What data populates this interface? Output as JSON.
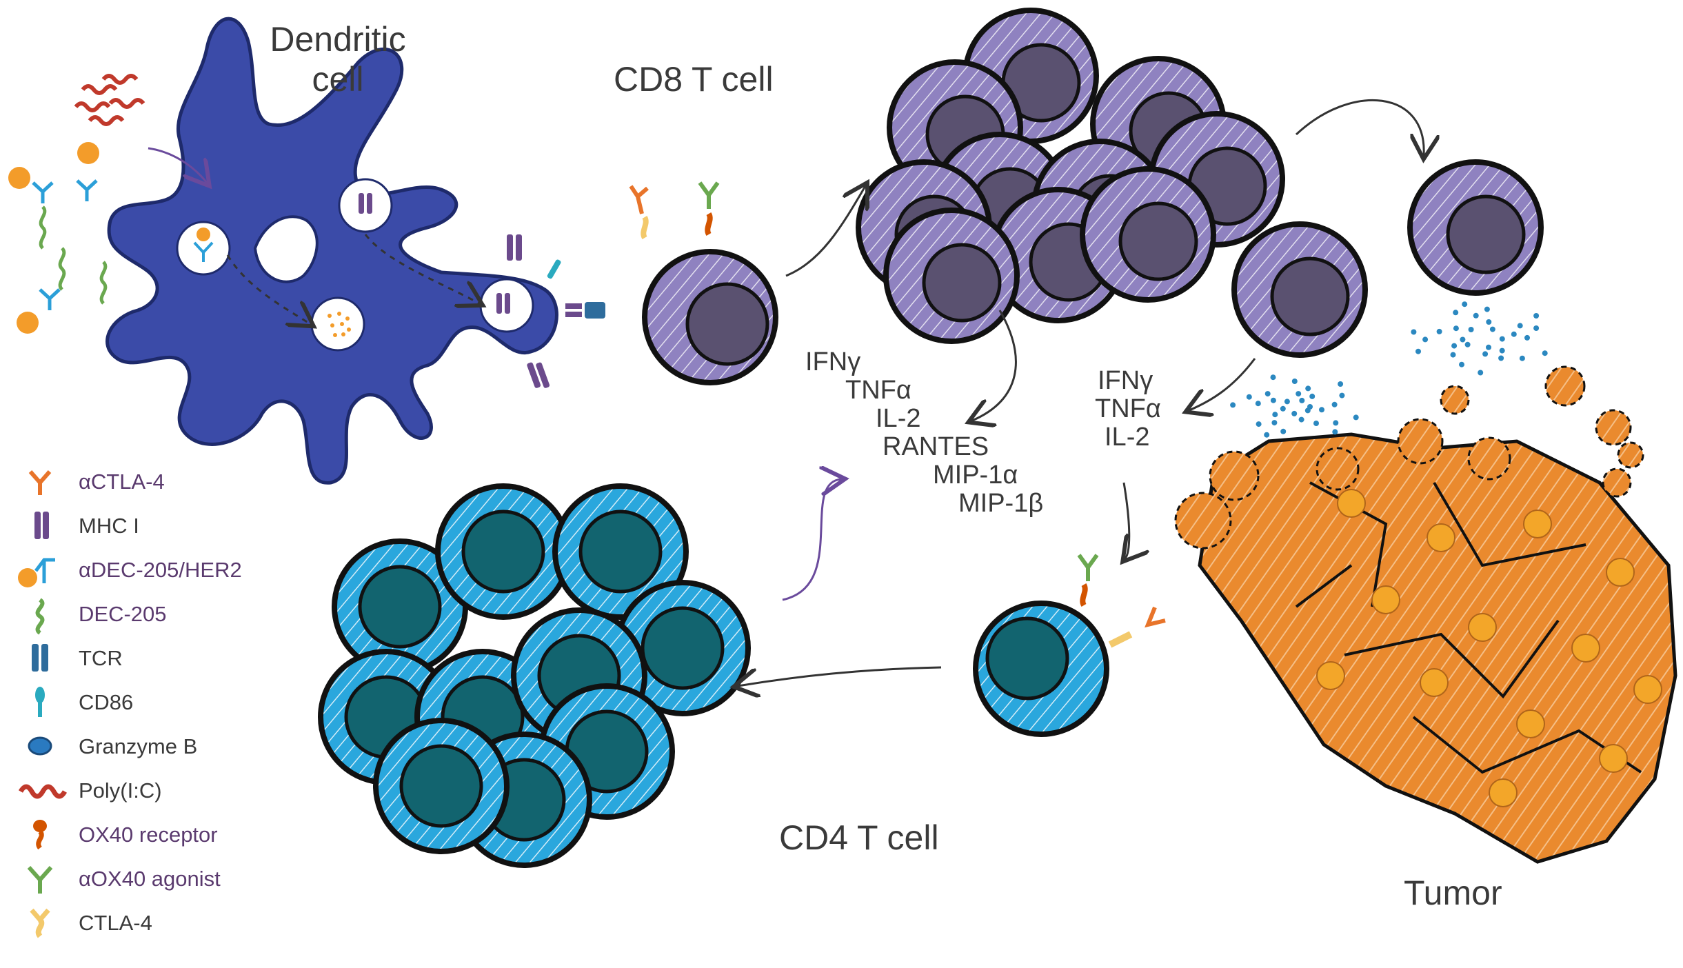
{
  "labels": {
    "dendritic_cell": [
      "Dendritic",
      "cell"
    ],
    "cd8_t_cell": "CD8 T cell",
    "cd4_t_cell": "CD4 T cell",
    "tumor": "Tumor"
  },
  "cytokines_center": [
    "IFNγ",
    "TNFα",
    "IL-2",
    "RANTES",
    "MIP-1α",
    "MIP-1β"
  ],
  "cytokines_right": [
    "IFNγ",
    "TNFα",
    "IL-2"
  ],
  "legend": [
    {
      "icon": "actla4-antibody-icon",
      "label": "αCTLA-4",
      "color": "#e8742a",
      "text_color": "#5a3a6e"
    },
    {
      "icon": "mhc-i-icon",
      "label": "MHC I",
      "color": "#6b4a8c",
      "text_color": "#3a3a3a"
    },
    {
      "icon": "adec205-her2-icon",
      "label": "αDEC-205/HER2",
      "color": "#2b9fd8",
      "text_color": "#5a3a6e"
    },
    {
      "icon": "dec205-icon",
      "label": "DEC-205",
      "color": "#6aa84f",
      "text_color": "#5a3a6e"
    },
    {
      "icon": "tcr-icon",
      "label": "TCR",
      "color": "#2e6c9c",
      "text_color": "#3a3a3a"
    },
    {
      "icon": "cd86-icon",
      "label": "CD86",
      "color": "#2aaabf",
      "text_color": "#3a3a3a"
    },
    {
      "icon": "granzyme-b-icon",
      "label": "Granzyme B",
      "color": "#2a7ac0",
      "text_color": "#3a3a3a"
    },
    {
      "icon": "poly-ic-icon",
      "label": "Poly(I:C)",
      "color": "#c0392b",
      "text_color": "#3a3a3a"
    },
    {
      "icon": "ox40-receptor-icon",
      "label": "OX40 receptor",
      "color": "#d35400",
      "text_color": "#5a3a6e"
    },
    {
      "icon": "aox40-agonist-icon",
      "label": "αOX40 agonist",
      "color": "#6aa84f",
      "text_color": "#5a3a6e"
    },
    {
      "icon": "ctla4-icon",
      "label": "CTLA-4",
      "color": "#f3c96b",
      "text_color": "#3a3a3a"
    }
  ],
  "colors": {
    "dendritic": "#3b4ba8",
    "cd8_cytoplasm": "#8f82c0",
    "cd8_nucleus": "#5a5170",
    "cd4_cytoplasm": "#2aa7dd",
    "cd4_nucleus": "#12646f",
    "tumor": "#ea8a2e",
    "tumor_nucleus": "#f3a629",
    "dots": "#2b88c0"
  }
}
